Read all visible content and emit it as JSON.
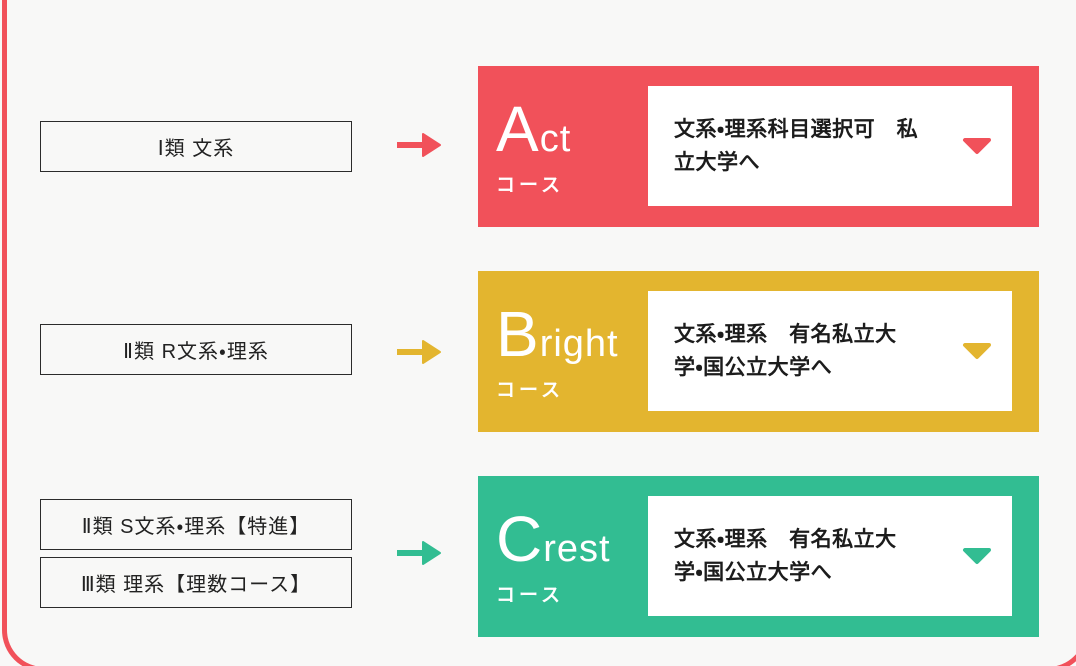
{
  "page": {
    "background_color": "#f8f8f7",
    "accent_border_color": "#f1515a"
  },
  "rows": [
    {
      "id": "act",
      "color": "#f1515a",
      "sources": [
        "Ⅰ類 文系"
      ],
      "course_name": "Act",
      "course_suffix": "コース",
      "description_lines": [
        "文系・理系科目選択可　私",
        "立大学へ"
      ],
      "description_full": "文系・理系科目選択可　私立大学へ"
    },
    {
      "id": "bright",
      "color": "#e3b52f",
      "sources": [
        "Ⅱ類 R文系・理系"
      ],
      "course_name": "Bright",
      "course_suffix": "コース",
      "description_lines": [
        "文系・理系　有名私立大",
        "学・国公立大学へ"
      ],
      "description_full": "文系・理系　有名私立大学・国公立大学へ"
    },
    {
      "id": "crest",
      "color": "#32bd92",
      "sources": [
        "Ⅱ類 S文系・理系【特進】",
        "Ⅲ類 理系【理数コース】"
      ],
      "course_name": "Crest",
      "course_suffix": "コース",
      "description_lines": [
        "文系・理系　有名私立大",
        "学・国公立大学へ"
      ],
      "description_full": "文系・理系　有名私立大学・国公立大学へ"
    }
  ]
}
